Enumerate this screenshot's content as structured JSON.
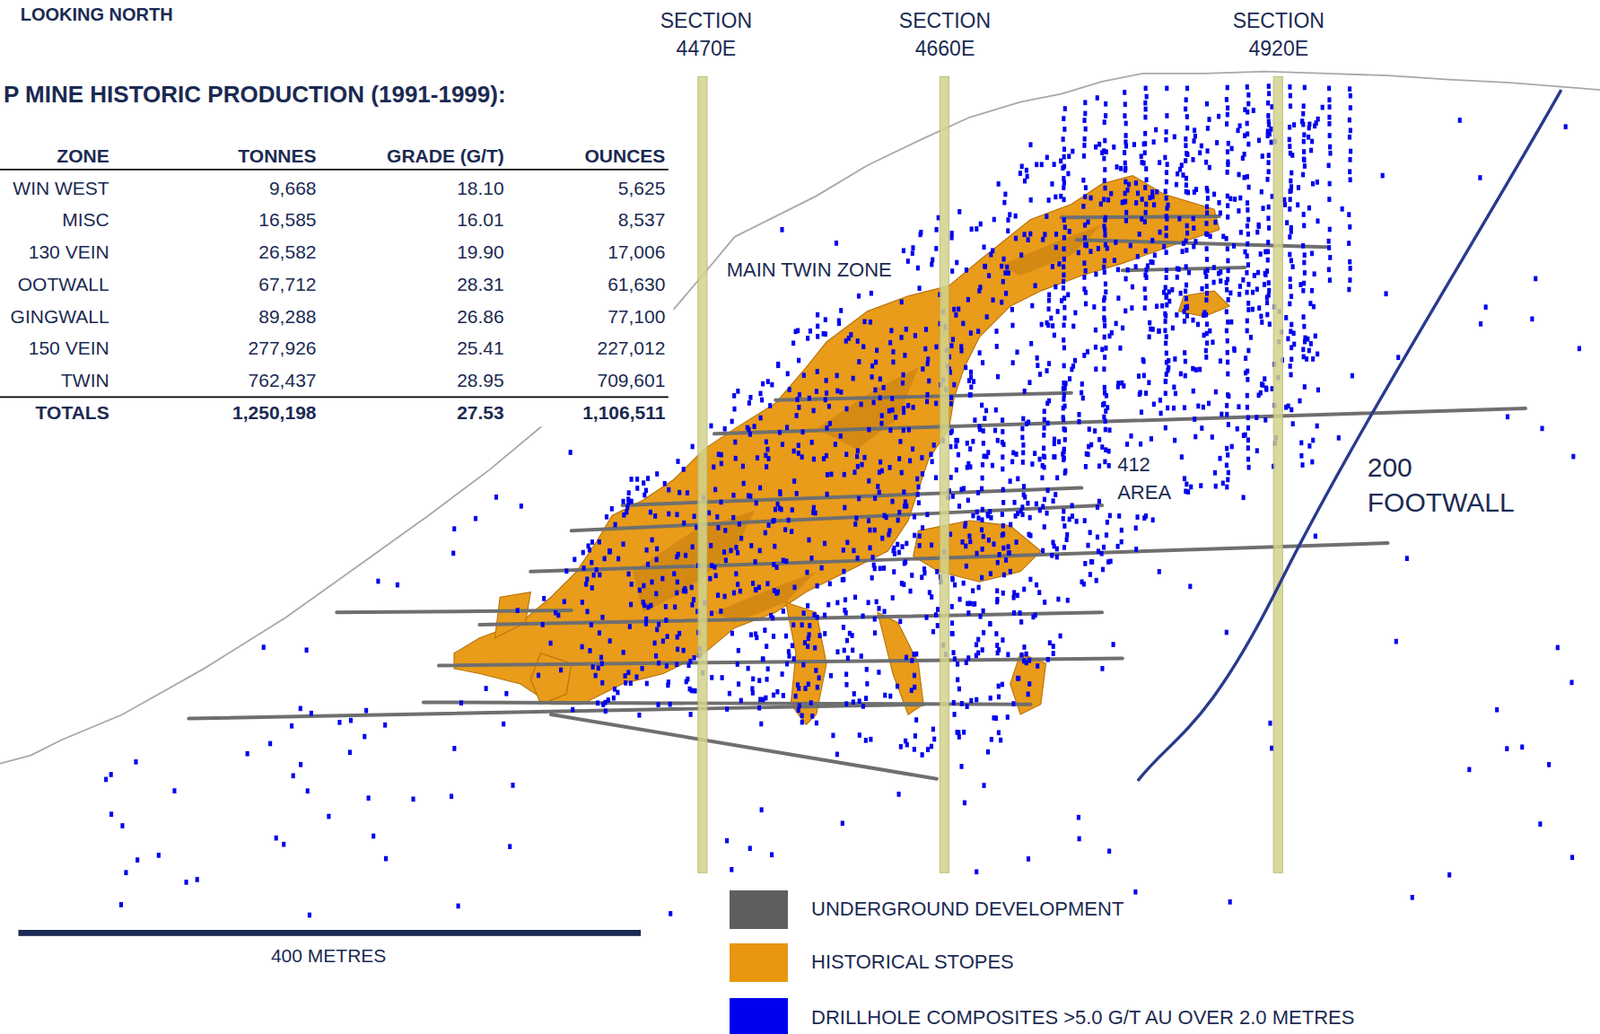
{
  "diagram": {
    "title": "P MINE HISTORIC PRODUCTION (1991-1999):",
    "labels": [
      "LOOKING NORTH",
      "ZONE",
      "TONNES",
      "GRADE (G/T)",
      "OUNCES",
      "WIN WEST",
      "9,668",
      "18.10",
      "5,625",
      "MISC",
      "16,585",
      "16.01",
      "8,537",
      "130 VEIN",
      "26,582",
      "19.90",
      "17,006",
      "OOTWALL",
      "67,712",
      "28.31",
      "61,630",
      "GINGWALL",
      "89,288",
      "26.86",
      "77,100",
      "150 VEIN",
      "277,926",
      "25.41",
      "227,012",
      "TWIN",
      "762,437",
      "28.95",
      "709,601",
      "TOTALS",
      "1,250,198",
      "27.53",
      "1,106,511",
      "SECTION 4470E",
      "SECTION 4660E",
      "SECTION 4920E",
      "MAIN TWIN ZONE",
      "412 AREA",
      "200 FOOTWALL",
      "400 METRES"
    ],
    "legend": [
      {
        "text": "UNDERGROUND DEVELOPMENT",
        "color": "#5f5f5f"
      },
      {
        "text": "HISTORICAL STOPES",
        "color": "#e8960f"
      },
      {
        "text": "DRILLHOLE COMPOSITES >5.0 G/T AU OVER 2.0 METRES",
        "color": "#0000f0"
      }
    ]
  }
}
